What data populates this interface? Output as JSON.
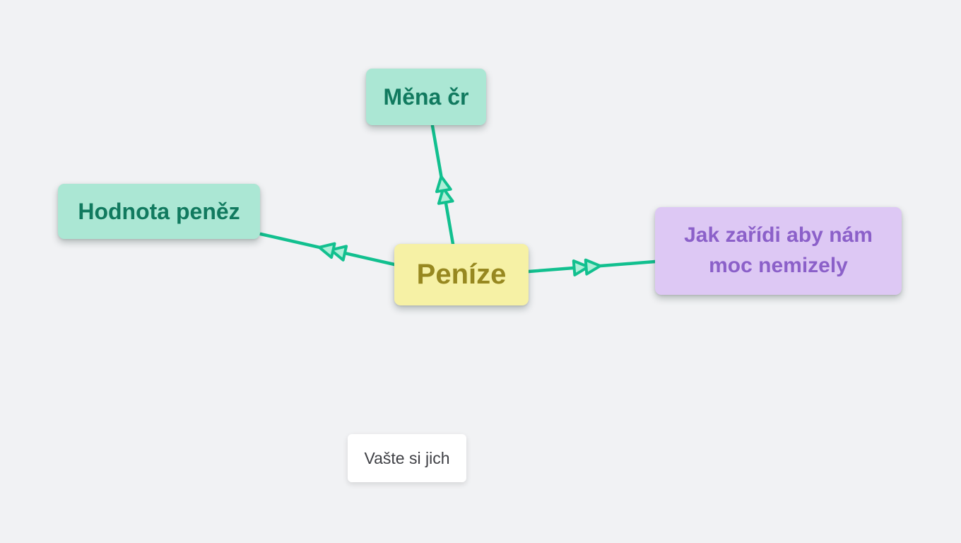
{
  "app": {
    "background_color": "#f1f2f4"
  },
  "connector": {
    "color": "#12c08f",
    "arrowhead_fill": "#aeefd8"
  },
  "nodes": {
    "penize": {
      "label": "Peníze",
      "bg": "#f6f1a5",
      "text_color": "#978820"
    },
    "mena_cr": {
      "label": "Měna čr",
      "bg": "#abe7d4",
      "text_color": "#117a5f"
    },
    "hodnota_penez": {
      "label": "Hodnota peněz",
      "bg": "#abe7d4",
      "text_color": "#117a5f"
    },
    "jak_zaridi": {
      "label": "Jak zařídi aby nám moc nemizely",
      "bg": "#ddc8f4",
      "text_color": "#8b60c9"
    },
    "vaste_si_jich": {
      "label": "Vašte si jich",
      "bg": "#ffffff",
      "text_color": "#3f4045"
    }
  },
  "edges": [
    {
      "from": "penize",
      "to": "mena_cr"
    },
    {
      "from": "penize",
      "to": "hodnota_penez"
    },
    {
      "from": "penize",
      "to": "jak_zaridi"
    }
  ]
}
